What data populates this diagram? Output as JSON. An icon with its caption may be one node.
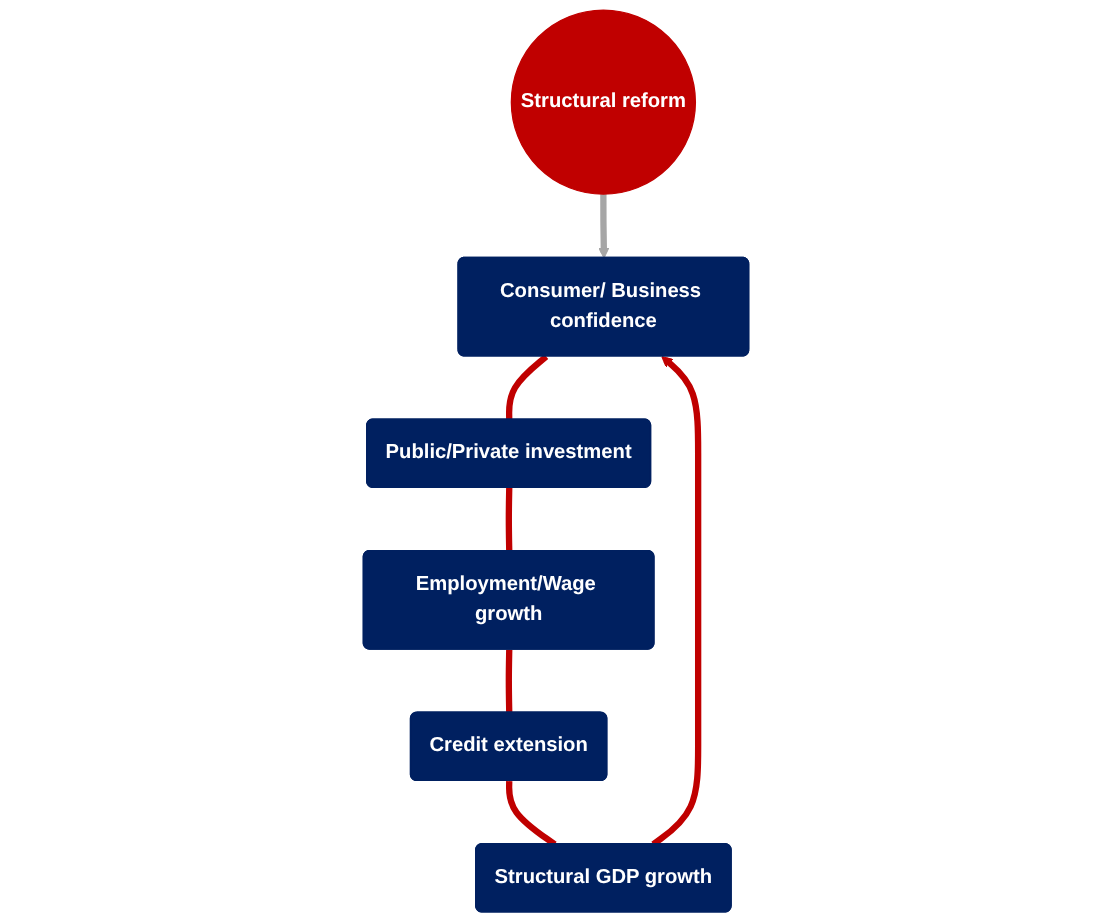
{
  "diagram": {
    "nodes": [
      {
        "text": [
          "Consumer/ Business confidence"
        ]
      },
      {
        "text": [
          "Public/Private investment"
        ]
      },
      {
        "text": [
          "Employment/Wage growth"
        ]
      },
      {
        "text": [
          "Credit extension"
        ]
      },
      {
        "text": [
          "Structural GDP growth"
        ]
      },
      {
        "text": [
          "Structural reform"
        ]
      }
    ],
    "edges": [
      {
        "from": 0,
        "to": 1,
        "arrow": "none"
      },
      {
        "from": 1,
        "to": 2,
        "arrow": "none"
      },
      {
        "from": 2,
        "to": 3,
        "arrow": "none"
      },
      {
        "from": 3,
        "to": 4,
        "arrow": "none"
      },
      {
        "from": 4,
        "to": 0,
        "arrow": "to"
      },
      {
        "from": 5,
        "to": 0,
        "arrow": "to",
        "color": "#a6a6a6"
      }
    ]
  }
}
